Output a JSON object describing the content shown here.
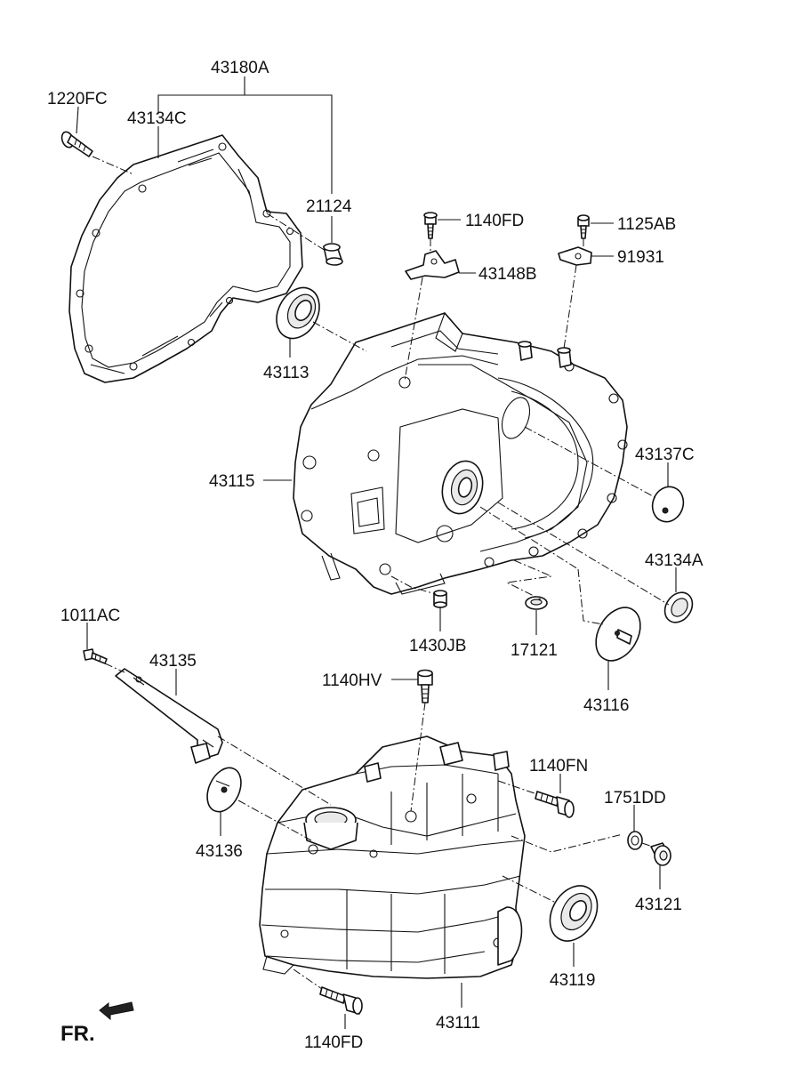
{
  "labels": {
    "p43180A": "43180A",
    "p1220FC": "1220FC",
    "p43134C": "43134C",
    "p21124": "21124",
    "p1140FD_top": "1140FD",
    "p1125AB": "1125AB",
    "p91931": "91931",
    "p43148B": "43148B",
    "p43113": "43113",
    "p43115": "43115",
    "p43137C": "43137C",
    "p43134A": "43134A",
    "p1011AC": "1011AC",
    "p1430JB": "1430JB",
    "p17121": "17121",
    "p43116": "43116",
    "p43135": "43135",
    "p1140HV": "1140HV",
    "p1140FN": "1140FN",
    "p1751DD": "1751DD",
    "p43136": "43136",
    "p43121": "43121",
    "p43119": "43119",
    "p43111": "43111",
    "p1140FD_bottom": "1140FD"
  },
  "direction": {
    "text": "FR.",
    "icon": "front-arrow-icon"
  }
}
